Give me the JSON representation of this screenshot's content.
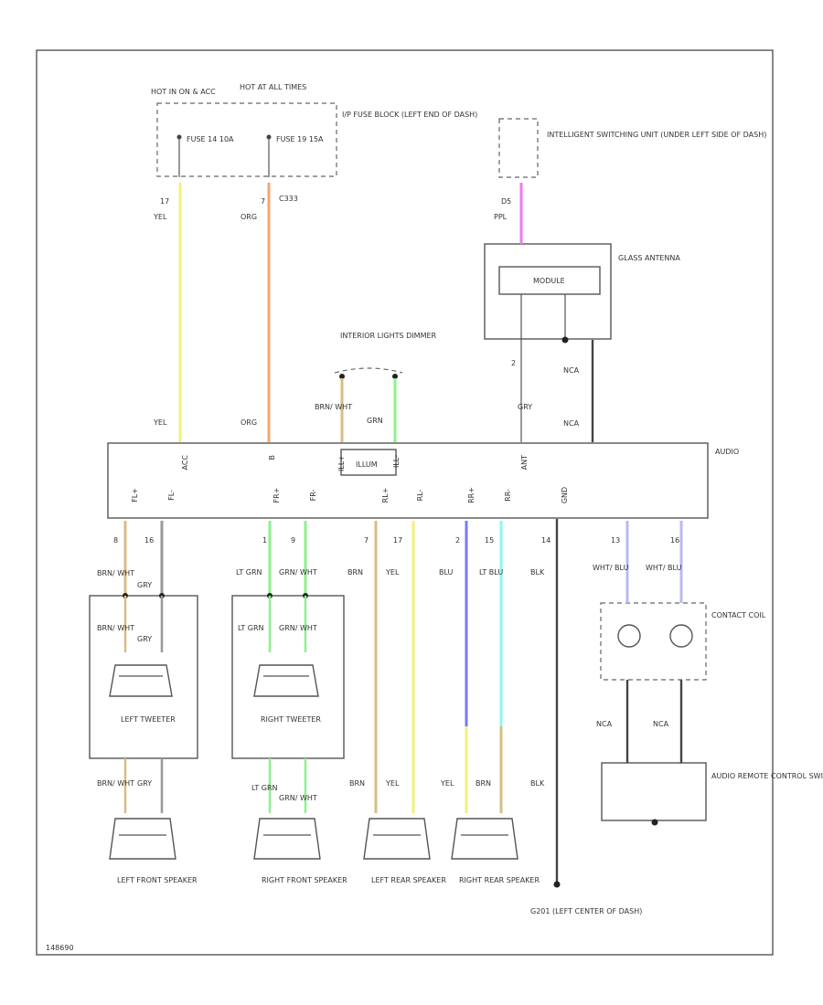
{
  "diagram_id": "148690",
  "power": {
    "hot_on": "HOT IN ON & ACC",
    "hot_at_all": "HOT AT ALL TIMES",
    "fuse_a": "FUSE 14 10A",
    "fuse_b": "FUSE 19 15A",
    "fuse_block": "I/P FUSE BLOCK (LEFT END OF DASH)",
    "pin_a": "17",
    "pin_b": "7",
    "yel": "YEL",
    "org": "ORG",
    "c333": "C333"
  },
  "isu": {
    "label": "INTELLIGENT SWITCHING UNIT (UNDER LEFT SIDE OF DASH)",
    "pin": "D5",
    "wire": "PPL"
  },
  "antenna": {
    "label": "GLASS ANTENNA",
    "module": "MODULE",
    "pin": "2",
    "gry": "GRY",
    "nca": "NCA"
  },
  "lights": {
    "label": "INTERIOR LIGHTS DIMMER",
    "brn_wht": "BRN/ WHT",
    "grn": "GRN"
  },
  "audio": {
    "label": "AUDIO",
    "illum": "ILLUM",
    "top_pins": [
      "ACC",
      "B",
      "ILL+",
      "ILL-",
      "ANT"
    ],
    "bottom_pins": [
      "FL+",
      "FL-",
      "FR+",
      "FR-",
      "RL+",
      "RL-",
      "RR+",
      "RR-",
      "GND"
    ]
  },
  "wires": {
    "pins": [
      "8",
      "16",
      "1",
      "9",
      "7",
      "17",
      "2",
      "15",
      "14",
      "13",
      "16"
    ],
    "brn_wht": "BRN/ WHT",
    "gry": "GRY",
    "lt_grn": "LT GRN",
    "grn_wht": "GRN/ WHT",
    "brn": "BRN",
    "yel": "YEL",
    "blu": "BLU",
    "lt_blu": "LT BLU",
    "blk": "BLK",
    "wht_blu": "WHT/ BLU",
    "nca": "NCA"
  },
  "components": {
    "left_tweeter": "LEFT TWEETER",
    "right_tweeter": "RIGHT TWEETER",
    "left_front": "LEFT FRONT SPEAKER",
    "right_front": "RIGHT FRONT SPEAKER",
    "left_rear": "LEFT REAR SPEAKER",
    "right_rear": "RIGHT REAR SPEAKER",
    "contact_coil": "CONTACT COIL",
    "remote_switch": "AUDIO REMOTE CONTROL SWITCH",
    "ground": "G201 (LEFT CENTER OF DASH)"
  },
  "colors": {
    "yellow": "#f0f07a",
    "orange": "#f5a66a",
    "pink": "#f07af0",
    "green": "#8ef08e",
    "tan": "#d8bc84",
    "blue": "#7a7af5",
    "light_blue": "#8ef5f5",
    "lavender": "#b8b8f5"
  }
}
